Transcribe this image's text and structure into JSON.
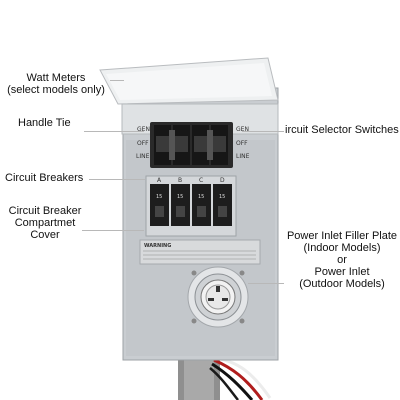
{
  "callouts": {
    "watt_meters": "Watt Meters\n(select models only)",
    "handle_tie": "Handle Tie",
    "circuit_breakers": "Circuit Breakers",
    "breaker_cover": "Circuit Breaker\nCompartmet\nCover",
    "selector_switches": "ircuit Selector Switches",
    "power_inlet": "Power Inlet Filler Plate\n(Indoor Models)\nor\nPower Inlet\n(Outdoor Models)"
  },
  "panel": {
    "switch_row_left": [
      "GEN",
      "OFF",
      "LINE"
    ],
    "switch_row_right": [
      "GEN",
      "OFF",
      "LINE"
    ],
    "breaker_letters": [
      "A",
      "B",
      "C",
      "D"
    ],
    "breaker_ratings": [
      "15",
      "15",
      "15",
      "15"
    ],
    "warning_title": "WARNING"
  },
  "colors": {
    "panel_body": "#c9cdd1",
    "panel_lid": "#eef0f1",
    "switch_black": "#161616",
    "breaker_black": "#1d1d1d"
  }
}
